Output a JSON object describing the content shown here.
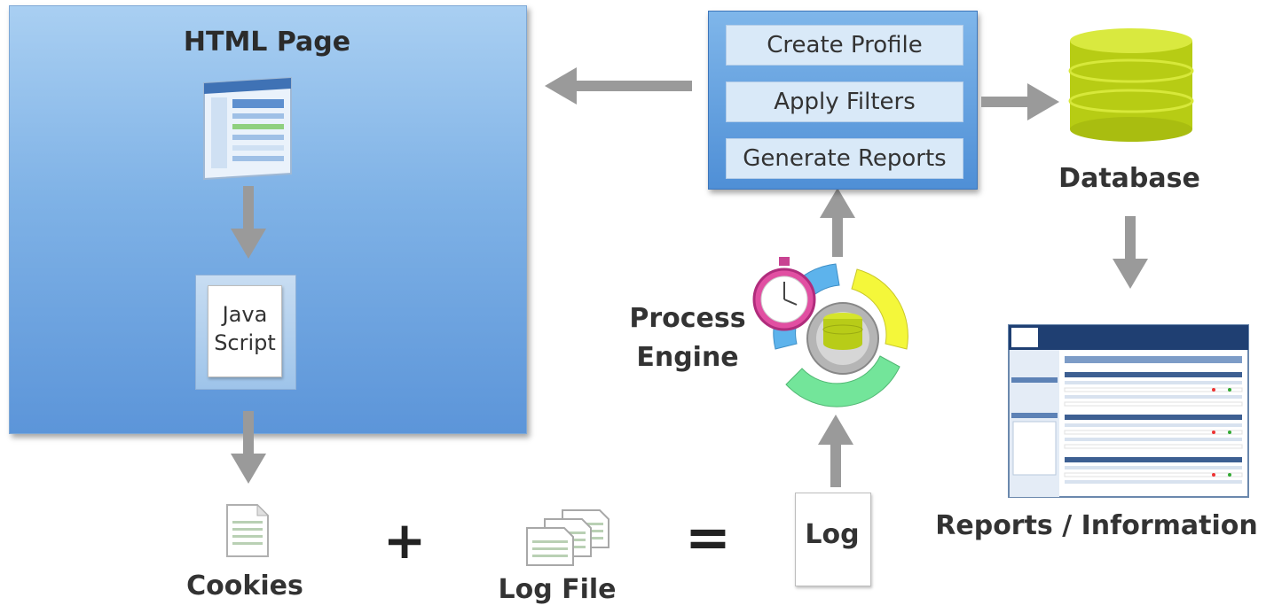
{
  "html_page": {
    "title": "HTML Page"
  },
  "javascript": {
    "line1": "Java",
    "line2": "Script"
  },
  "process_box": {
    "items": [
      {
        "label": "Create Profile"
      },
      {
        "label": "Apply Filters"
      },
      {
        "label": "Generate Reports"
      }
    ]
  },
  "database": {
    "label": "Database"
  },
  "process_engine": {
    "line1": "Process",
    "line2": "Engine"
  },
  "reports": {
    "label": "Reports / Information"
  },
  "cookies": {
    "label": "Cookies"
  },
  "log_file": {
    "label": "Log File"
  },
  "log": {
    "label": "Log"
  },
  "operators": {
    "plus": "+",
    "equals": "="
  },
  "colors": {
    "blue_box": "#6fa6e2",
    "arrow_gray": "#9a9a9a",
    "database_green": "#c7dc1e",
    "cycle_yellow": "#f4f73a",
    "cycle_green": "#73e59a",
    "cycle_blue": "#5db3ec"
  }
}
